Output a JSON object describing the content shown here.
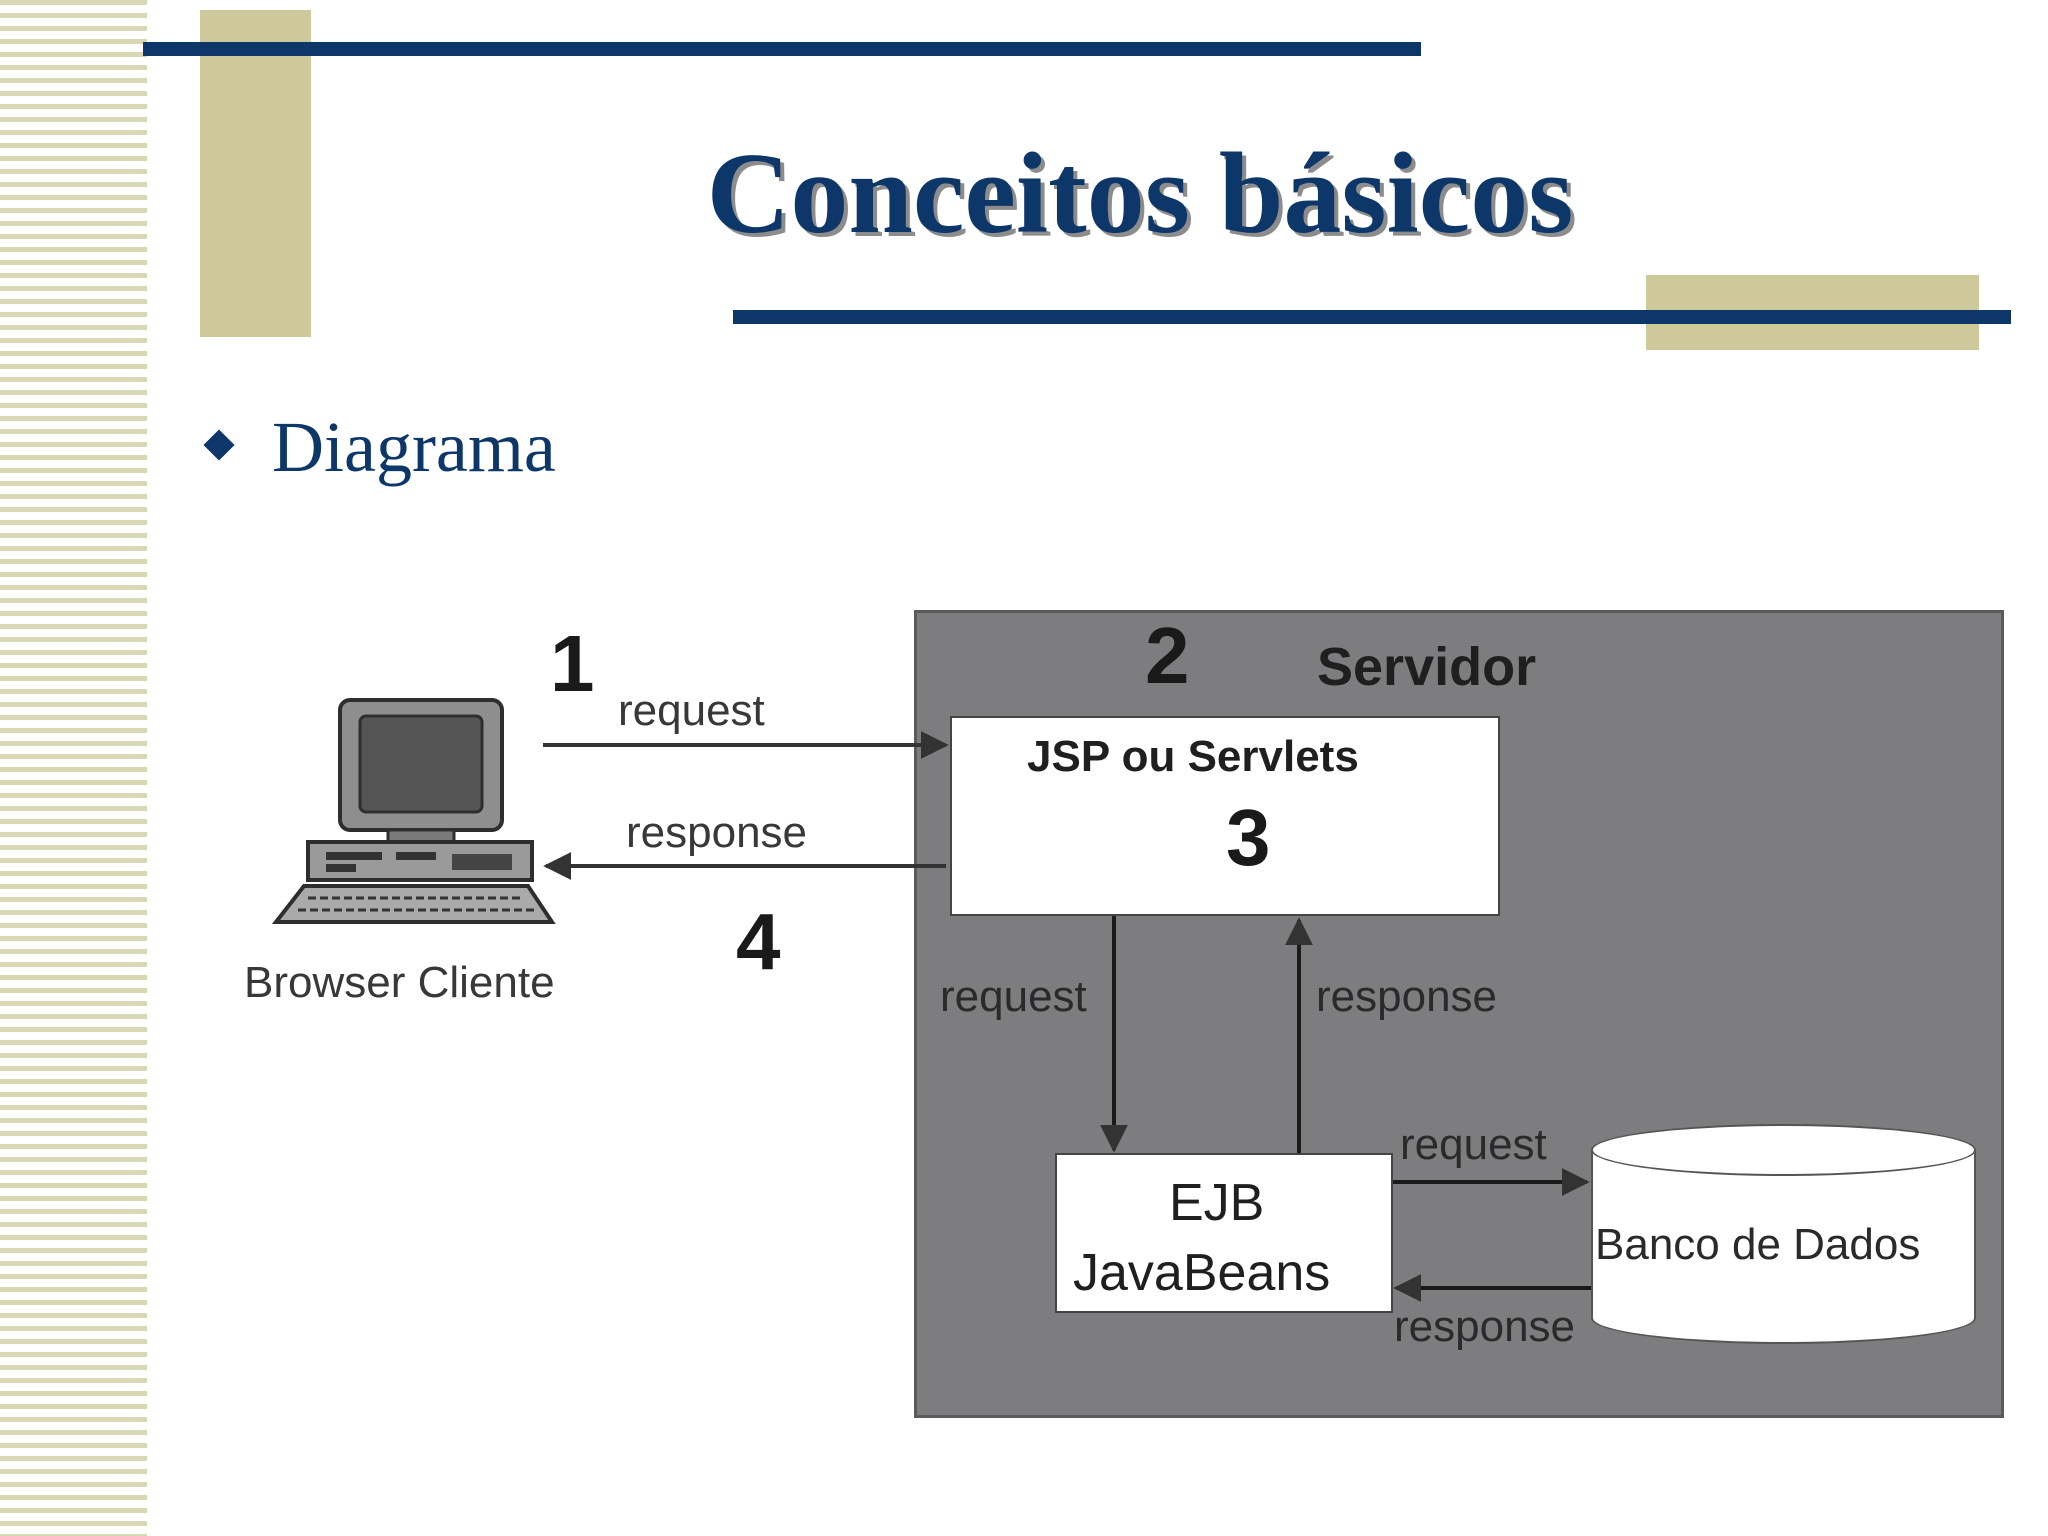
{
  "slide": {
    "title": "Conceitos básicos",
    "bullet": "Diagrama"
  },
  "diagram": {
    "client_label": "Browser Cliente",
    "server_label": "Servidor",
    "step_1": "1",
    "step_2": "2",
    "step_3": "3",
    "step_4": "4",
    "jsp_box": "JSP ou Servlets",
    "ejb_line1": "EJB",
    "ejb_line2": "JavaBeans",
    "database": "Banco de Dados",
    "client_request": "request",
    "client_response": "response",
    "inner_request": "request",
    "inner_response": "response",
    "db_request": "request",
    "db_response": "response"
  },
  "colors": {
    "navy": "#0c3768",
    "khaki": "#cdc99b",
    "server_gray": "#7d7d7f"
  }
}
